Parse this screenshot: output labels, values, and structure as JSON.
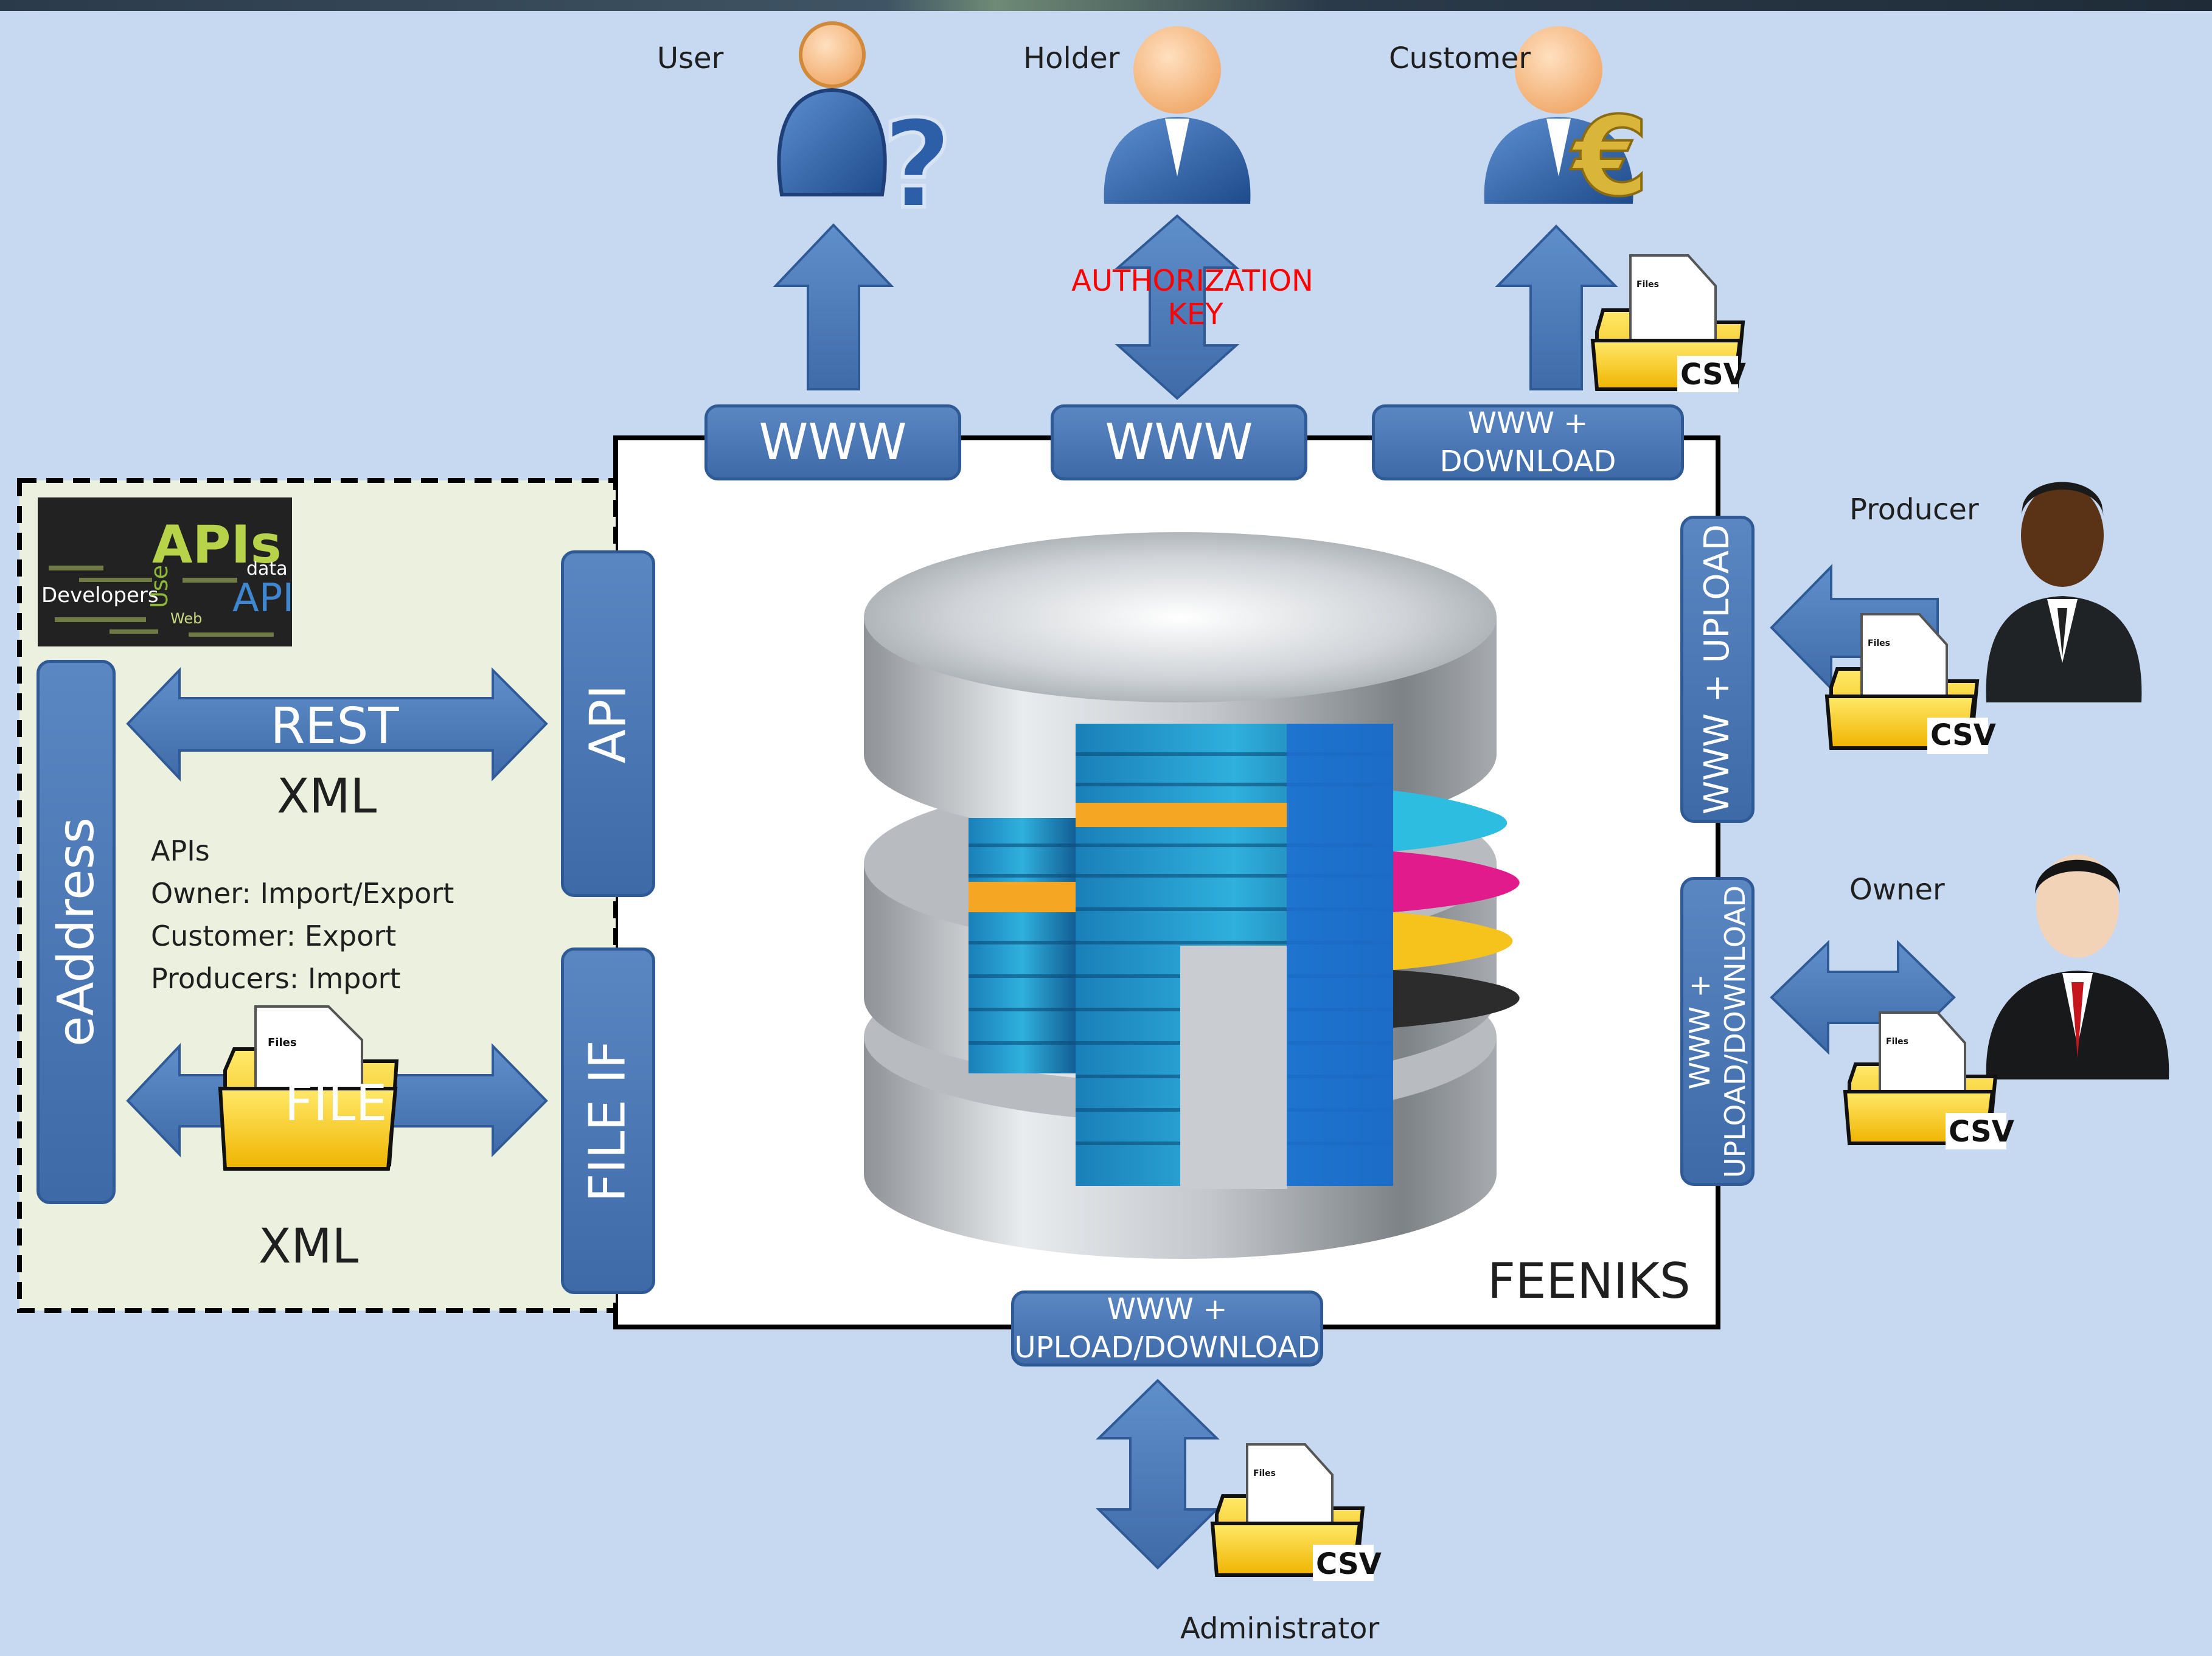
{
  "actors": {
    "user": "User",
    "holder": "Holder",
    "customer": "Customer",
    "producer": "Producer",
    "owner": "Owner",
    "administrator": "Administrator"
  },
  "connectors": {
    "user_channel": "WWW",
    "holder_channel": "WWW",
    "customer_channel": [
      "WWW +",
      "DOWNLOAD"
    ],
    "producer_channel": "WWW + UPLOAD",
    "owner_channel": [
      "WWW +",
      "UPLOAD/DOWNLOAD"
    ],
    "admin_channel": [
      "WWW +",
      "UPLOAD/DOWNLOAD"
    ]
  },
  "authorization_key": [
    "AUTHORIZATION",
    "KEY"
  ],
  "system_name": "FEENIKS",
  "eaddress": {
    "label": "eAddress",
    "api_label": "API",
    "file_if_label": "FILE IF",
    "rest_label": "REST",
    "rest_format": "XML",
    "file_label": "FILE",
    "file_format": "XML",
    "apis_heading": "APIs",
    "api_lines": [
      "Owner: Import/Export",
      "Customer: Export",
      "Producers: Import"
    ]
  },
  "logo_words": [
    "APIs",
    "Developers",
    "data",
    "API",
    "Use",
    "Web"
  ],
  "file_icon_label": "Files",
  "csv_label": "CSV",
  "colors": {
    "background": "#c6d9f1",
    "box_blue": "#4a79b6",
    "auth_key_red": "#ff0000",
    "eaddress_panel": "#ebf1de"
  }
}
